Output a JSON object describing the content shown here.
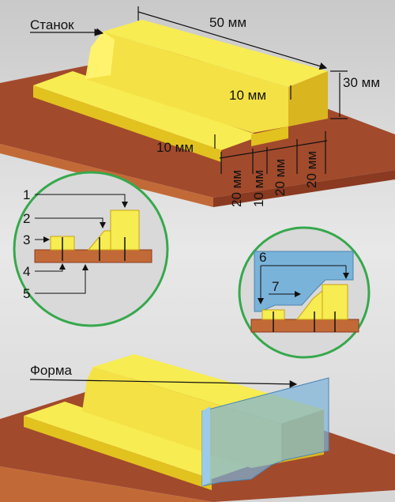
{
  "top": {
    "label": "Станок",
    "dims": {
      "length": "50 мм",
      "height": "30 мм",
      "step_height": "10 мм",
      "low_step": "10 мм",
      "widths": [
        "20 мм",
        "10 мм",
        "20 мм",
        "20 мм"
      ]
    }
  },
  "detail_left": {
    "numbers": [
      "1",
      "2",
      "3",
      "4",
      "5"
    ]
  },
  "detail_right": {
    "numbers": [
      "6",
      "7"
    ]
  },
  "bottom": {
    "label": "Форма"
  },
  "colors": {
    "block": "#f7ec52",
    "block_side": "#e2c21f",
    "block_dark": "#c9a410",
    "table_top": "#a24a2c",
    "table_side": "#c26a37",
    "form": "#7ab3da",
    "circle_border": "#37a84d"
  }
}
